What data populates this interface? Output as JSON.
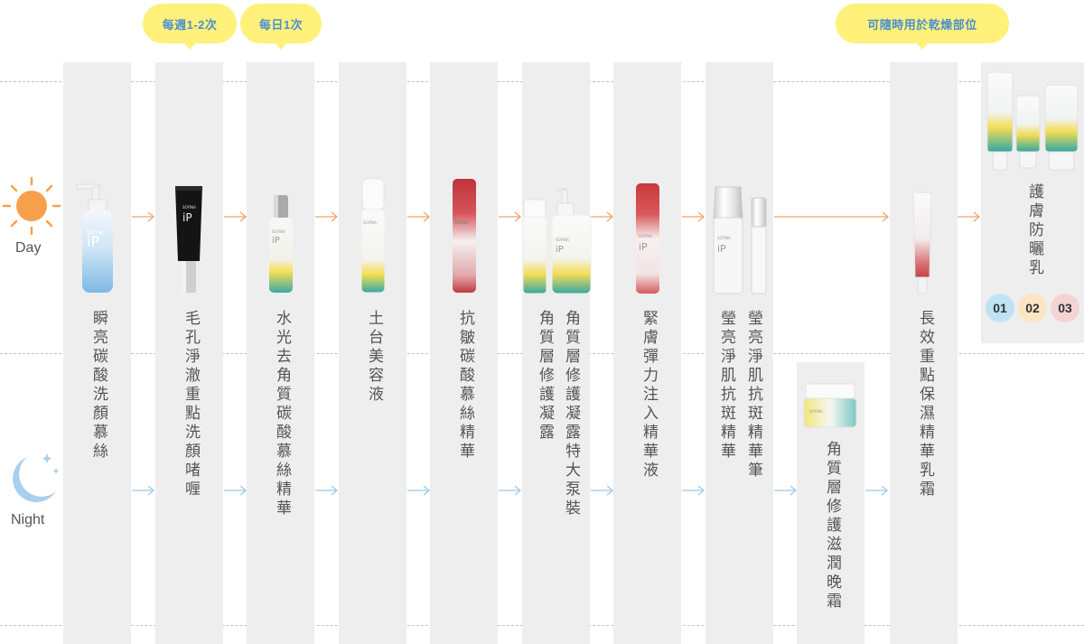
{
  "labels": {
    "day": "Day",
    "night": "Night"
  },
  "bubbles": {
    "weekly": "每週1-2次",
    "daily": "每日1次",
    "anytime": "可隨時用於乾燥部位"
  },
  "steps": {
    "s1": "瞬亮碳酸洗顏慕絲",
    "s2": "毛孔淨澈重點洗顏啫喱",
    "s3": "水光去角質碳酸慕絲精華",
    "s4": "土台美容液",
    "s5": "抗皺碳酸慕絲精華",
    "s6a": "角質層修護凝露",
    "s6b": "角質層修護凝露特大泵裝",
    "s7": "緊膚彈力注入精華液",
    "s8a": "瑩亮淨肌抗斑精華",
    "s8b": "瑩亮淨肌抗斑精華筆",
    "s9": "長效重點保濕精華乳霜",
    "s10": "護膚防曬乳",
    "night_cream": "角質層修護滋潤晚霜"
  },
  "spf": {
    "o1": "01",
    "o2": "02",
    "o3": "03"
  },
  "colors": {
    "panel": "#efeeee",
    "bubble": "#fff17a",
    "bubble_text": "#4b8fd0",
    "day_arrow": "#f2a46a",
    "night_arrow": "#9ccbe8",
    "sun": "#f7a04c",
    "moon": "#a9cfee",
    "dot1": "#bfe3f3",
    "dot2": "#fbe6c4",
    "dot3": "#f6d3d3"
  },
  "icons": {
    "sun": "sun-icon",
    "moon": "moon-icon"
  }
}
